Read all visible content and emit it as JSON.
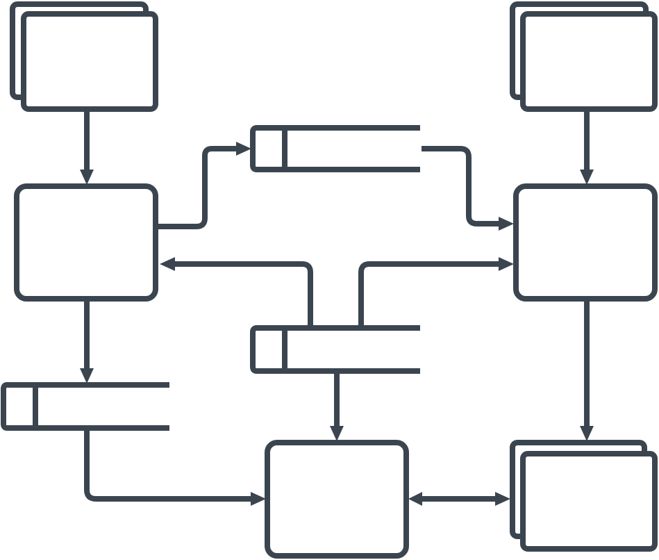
{
  "diagram": {
    "type": "data-flow-diagram",
    "stroke_color": "#3b4550",
    "background_color": "#ffffff",
    "nodes": [
      {
        "id": "external-entity-top-left",
        "kind": "external-entity",
        "text": ""
      },
      {
        "id": "external-entity-top-right",
        "kind": "external-entity",
        "text": ""
      },
      {
        "id": "external-entity-bottom-right",
        "kind": "external-entity",
        "text": ""
      },
      {
        "id": "process-left",
        "kind": "process",
        "text": ""
      },
      {
        "id": "process-right",
        "kind": "process",
        "text": ""
      },
      {
        "id": "process-bottom",
        "kind": "process",
        "text": ""
      },
      {
        "id": "data-store-top",
        "kind": "data-store",
        "text": ""
      },
      {
        "id": "data-store-middle",
        "kind": "data-store",
        "text": ""
      },
      {
        "id": "data-store-left",
        "kind": "data-store",
        "text": ""
      }
    ],
    "edges": [
      {
        "from": "external-entity-top-left",
        "to": "process-left",
        "direction": "forward"
      },
      {
        "from": "external-entity-top-right",
        "to": "process-right",
        "direction": "forward"
      },
      {
        "from": "process-left",
        "to": "data-store-top",
        "direction": "forward"
      },
      {
        "from": "data-store-top",
        "to": "process-right",
        "direction": "forward"
      },
      {
        "from": "data-store-middle",
        "to": "process-left",
        "direction": "forward"
      },
      {
        "from": "data-store-middle",
        "to": "process-right",
        "direction": "forward"
      },
      {
        "from": "data-store-middle",
        "to": "process-bottom",
        "direction": "forward"
      },
      {
        "from": "process-left",
        "to": "data-store-left",
        "direction": "forward"
      },
      {
        "from": "data-store-left",
        "to": "process-bottom",
        "direction": "forward"
      },
      {
        "from": "process-right",
        "to": "external-entity-bottom-right",
        "direction": "forward"
      },
      {
        "from": "process-bottom",
        "to": "external-entity-bottom-right",
        "direction": "both"
      }
    ]
  }
}
